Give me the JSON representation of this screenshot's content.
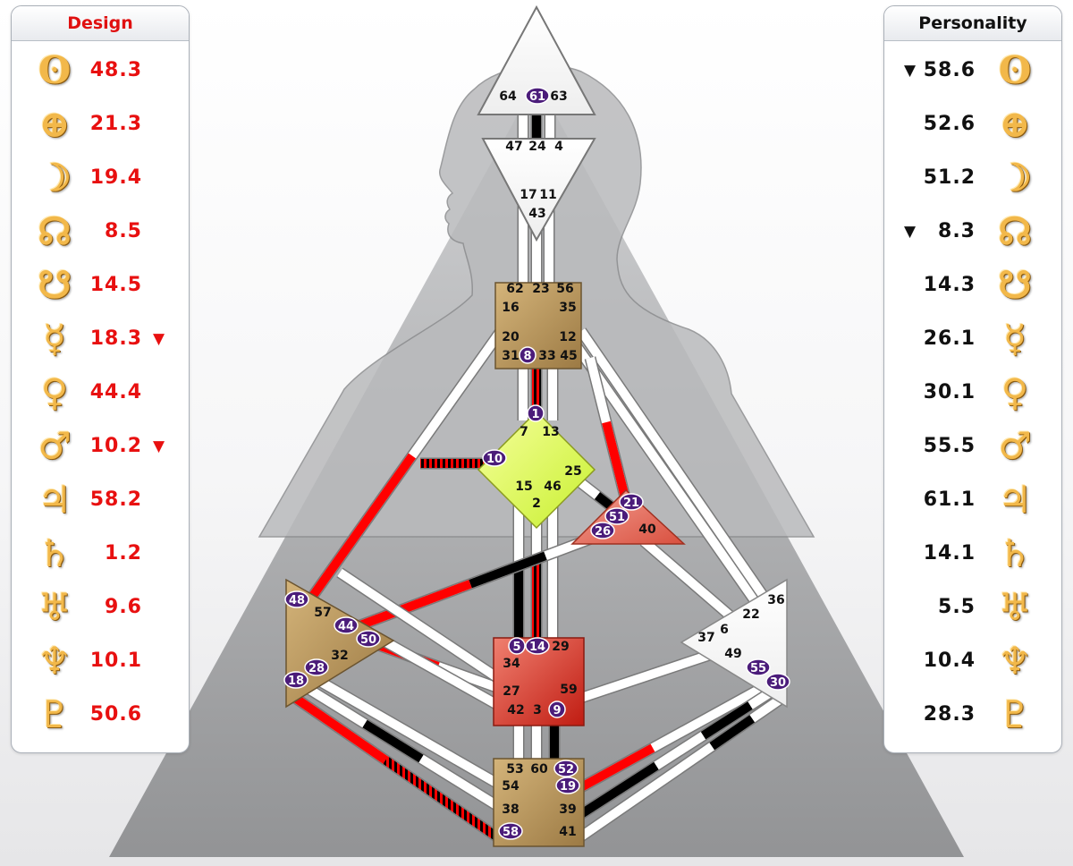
{
  "design": {
    "title": "Design",
    "rows": [
      {
        "icon": "sun-icon",
        "glyph": "ʘ",
        "value": "48.3",
        "arrow": ""
      },
      {
        "icon": "earth-icon",
        "glyph": "⊕",
        "value": "21.3",
        "arrow": ""
      },
      {
        "icon": "moon-icon",
        "glyph": "☽",
        "value": "19.4",
        "arrow": ""
      },
      {
        "icon": "north-node-icon",
        "glyph": "☊",
        "value": "8.5",
        "arrow": ""
      },
      {
        "icon": "south-node-icon",
        "glyph": "☋",
        "value": "14.5",
        "arrow": ""
      },
      {
        "icon": "mercury-icon",
        "glyph": "☿",
        "value": "18.3",
        "arrow": "▼"
      },
      {
        "icon": "venus-icon",
        "glyph": "♀",
        "value": "44.4",
        "arrow": ""
      },
      {
        "icon": "mars-icon",
        "glyph": "♂",
        "value": "10.2",
        "arrow": "▼"
      },
      {
        "icon": "jupiter-icon",
        "glyph": "♃",
        "value": "58.2",
        "arrow": ""
      },
      {
        "icon": "saturn-icon",
        "glyph": "♄",
        "value": "1.2",
        "arrow": ""
      },
      {
        "icon": "uranus-icon",
        "glyph": "♅",
        "value": "9.6",
        "arrow": ""
      },
      {
        "icon": "neptune-icon",
        "glyph": "♆",
        "value": "10.1",
        "arrow": ""
      },
      {
        "icon": "pluto-icon",
        "glyph": "♇",
        "value": "50.6",
        "arrow": ""
      }
    ]
  },
  "personality": {
    "title": "Personality",
    "rows": [
      {
        "icon": "sun-icon",
        "glyph": "ʘ",
        "value": "58.6",
        "arrow": "▼"
      },
      {
        "icon": "earth-icon",
        "glyph": "⊕",
        "value": "52.6",
        "arrow": ""
      },
      {
        "icon": "moon-icon",
        "glyph": "☽",
        "value": "51.2",
        "arrow": ""
      },
      {
        "icon": "north-node-icon",
        "glyph": "☊",
        "value": "8.3",
        "arrow": "▼"
      },
      {
        "icon": "south-node-icon",
        "glyph": "☋",
        "value": "14.3",
        "arrow": ""
      },
      {
        "icon": "mercury-icon",
        "glyph": "☿",
        "value": "26.1",
        "arrow": ""
      },
      {
        "icon": "venus-icon",
        "glyph": "♀",
        "value": "30.1",
        "arrow": ""
      },
      {
        "icon": "mars-icon",
        "glyph": "♂",
        "value": "55.5",
        "arrow": ""
      },
      {
        "icon": "jupiter-icon",
        "glyph": "♃",
        "value": "61.1",
        "arrow": ""
      },
      {
        "icon": "saturn-icon",
        "glyph": "♄",
        "value": "14.1",
        "arrow": ""
      },
      {
        "icon": "uranus-icon",
        "glyph": "♅",
        "value": "5.5",
        "arrow": ""
      },
      {
        "icon": "neptune-icon",
        "glyph": "♆",
        "value": "10.4",
        "arrow": ""
      },
      {
        "icon": "pluto-icon",
        "glyph": "♇",
        "value": "28.3",
        "arrow": ""
      }
    ]
  },
  "colors": {
    "design_red": "#e81010",
    "personality_black": "#111111",
    "gate_badge": "#4b1c7a",
    "tan_center": "#b8965e",
    "green_center": "#e2ff66",
    "red_center": "#e04a3a",
    "pink_center": "#e57a6e",
    "defined_design": "#ff0000",
    "defined_personality": "#000000"
  },
  "centers": {
    "head": {
      "name": "head-center",
      "gates": [
        "64",
        "61",
        "63"
      ],
      "active": [
        "61"
      ]
    },
    "ajna": {
      "name": "ajna-center",
      "gates": [
        "47",
        "24",
        "4",
        "17",
        "11",
        "43"
      ],
      "active": []
    },
    "throat": {
      "name": "throat-center",
      "gates": [
        "62",
        "23",
        "56",
        "16",
        "35",
        "20",
        "12",
        "31",
        "8",
        "33",
        "45"
      ],
      "active": [
        "8"
      ]
    },
    "g": {
      "name": "g-center",
      "gates": [
        "1",
        "7",
        "13",
        "10",
        "25",
        "15",
        "46",
        "2"
      ],
      "active": [
        "1",
        "10"
      ]
    },
    "heart": {
      "name": "heart-center",
      "gates": [
        "21",
        "51",
        "26",
        "40"
      ],
      "active": [
        "21",
        "51",
        "26"
      ]
    },
    "spleen": {
      "name": "spleen-center",
      "gates": [
        "48",
        "57",
        "44",
        "50",
        "32",
        "28",
        "18"
      ],
      "active": [
        "48",
        "44",
        "50",
        "28",
        "18"
      ]
    },
    "sacral": {
      "name": "sacral-center",
      "gates": [
        "5",
        "14",
        "29",
        "34",
        "27",
        "59",
        "42",
        "3",
        "9"
      ],
      "active": [
        "5",
        "14",
        "9"
      ]
    },
    "solar": {
      "name": "solar-plexus-center",
      "gates": [
        "36",
        "22",
        "6",
        "37",
        "49",
        "55",
        "30"
      ],
      "active": [
        "55",
        "30"
      ]
    },
    "root": {
      "name": "root-center",
      "gates": [
        "53",
        "60",
        "52",
        "54",
        "19",
        "38",
        "39",
        "58",
        "41"
      ],
      "active": [
        "52",
        "19",
        "58"
      ]
    }
  }
}
